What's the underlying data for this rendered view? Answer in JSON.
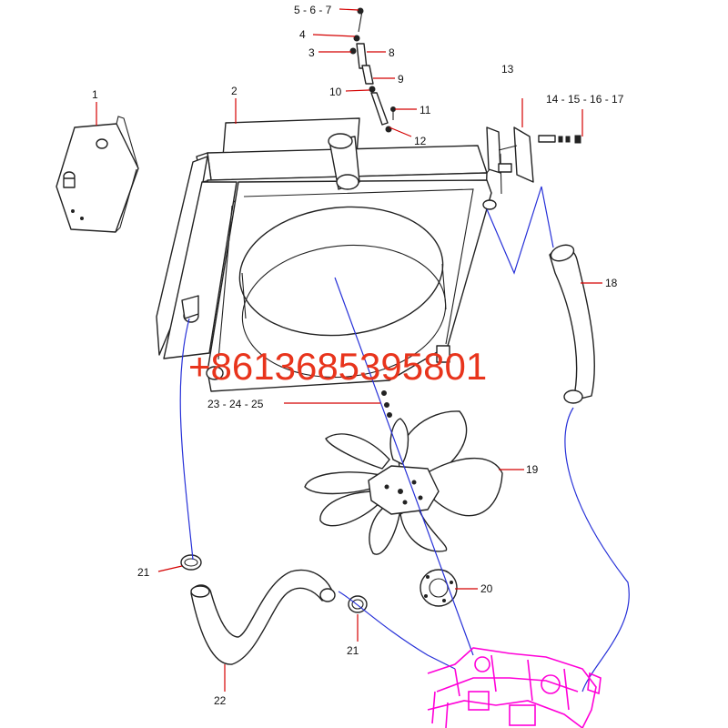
{
  "callouts": {
    "c1": "1",
    "c2": "2",
    "c3": "3",
    "c4": "4",
    "c5_6_7": "5 - 6 - 7",
    "c8": "8",
    "c9": "9",
    "c10": "10",
    "c11": "11",
    "c12": "12",
    "c13": "13",
    "c14_17": "14  - 15  - 16  - 17",
    "c18": "18",
    "c19": "19",
    "c20": "20",
    "c21_left": "21",
    "c21_bottom": "21",
    "c22": "22",
    "c23_25": "23  - 24  - 25"
  },
  "watermark": "+8613685395801",
  "colors": {
    "leader_lines": "#d40000",
    "hose_routing": "#2630d8",
    "engine_outline": "#ff00d8",
    "watermark_text": "#e8341c"
  }
}
